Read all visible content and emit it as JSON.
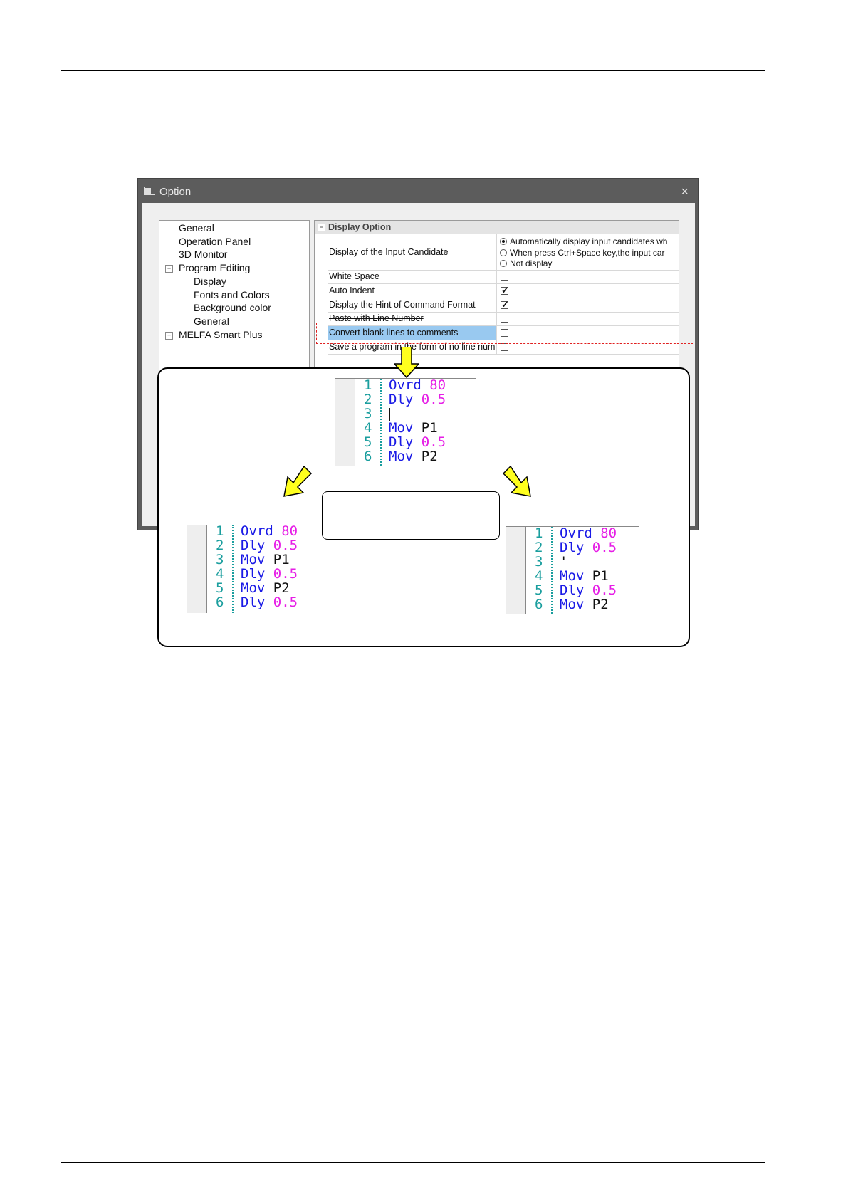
{
  "dialog": {
    "title": "Option",
    "close": "×"
  },
  "tree": [
    {
      "label": "General",
      "level": 0,
      "expander": ""
    },
    {
      "label": "Operation Panel",
      "level": 0,
      "expander": ""
    },
    {
      "label": "3D Monitor",
      "level": 0,
      "expander": ""
    },
    {
      "label": "Program Editing",
      "level": 0,
      "expander": "−"
    },
    {
      "label": "Display",
      "level": 1,
      "expander": ""
    },
    {
      "label": "Fonts and Colors",
      "level": 1,
      "expander": ""
    },
    {
      "label": "Background color",
      "level": 1,
      "expander": ""
    },
    {
      "label": "General",
      "level": 1,
      "expander": ""
    },
    {
      "label": "MELFA Smart Plus",
      "level": 0,
      "expander": "+"
    }
  ],
  "grid": {
    "section_toggle": "−",
    "section_title": "Display Option",
    "input_candidate": {
      "label": "Display of the Input Candidate",
      "options": [
        {
          "text": "Automatically display input candidates wh",
          "selected": true
        },
        {
          "text": "When press Ctrl+Space key,the input car",
          "selected": false
        },
        {
          "text": "Not display",
          "selected": false
        }
      ]
    },
    "rows": [
      {
        "label": "White Space",
        "checked": false,
        "highlight": false,
        "strike": false
      },
      {
        "label": "Auto Indent",
        "checked": true,
        "highlight": false,
        "strike": false
      },
      {
        "label": "Display the Hint of Command Format",
        "checked": true,
        "highlight": false,
        "strike": false
      },
      {
        "label": "Paste with Line Number",
        "checked": false,
        "highlight": false,
        "strike": true
      },
      {
        "label": "Convert blank lines to comments",
        "checked": false,
        "highlight": true,
        "strike": false
      },
      {
        "label": "Save a program in the form of no line num",
        "checked": false,
        "highlight": false,
        "strike": false
      }
    ]
  },
  "colors": {
    "keyword": "#1a1ae6",
    "number": "#e61ee6",
    "line_number": "#1a9e9e",
    "highlight": "#99c9f0",
    "arrow": "#ffff1e",
    "dashed": "#e02020"
  },
  "code_top": {
    "lines": [
      {
        "n": "1",
        "kw": "Ovrd",
        "arg": "80",
        "argtype": "num"
      },
      {
        "n": "2",
        "kw": "Dly",
        "arg": "0.5",
        "argtype": "num"
      },
      {
        "n": "3",
        "kw": "",
        "arg": "",
        "argtype": "cursor"
      },
      {
        "n": "4",
        "kw": "Mov",
        "arg": "P1",
        "argtype": "plain"
      },
      {
        "n": "5",
        "kw": "Dly",
        "arg": "0.5",
        "argtype": "num"
      },
      {
        "n": "6",
        "kw": "Mov",
        "arg": "P2",
        "argtype": "plain"
      }
    ]
  },
  "code_left": {
    "lines": [
      {
        "n": "1",
        "kw": "Ovrd",
        "arg": "80",
        "argtype": "num"
      },
      {
        "n": "2",
        "kw": "Dly",
        "arg": "0.5",
        "argtype": "num"
      },
      {
        "n": "3",
        "kw": "Mov",
        "arg": "P1",
        "argtype": "plain"
      },
      {
        "n": "4",
        "kw": "Dly",
        "arg": "0.5",
        "argtype": "num"
      },
      {
        "n": "5",
        "kw": "Mov",
        "arg": "P2",
        "argtype": "plain"
      },
      {
        "n": "6",
        "kw": "Dly",
        "arg": "0.5",
        "argtype": "num"
      }
    ]
  },
  "code_right": {
    "lines": [
      {
        "n": "1",
        "kw": "Ovrd",
        "arg": "80",
        "argtype": "num"
      },
      {
        "n": "2",
        "kw": "Dly",
        "arg": "0.5",
        "argtype": "num"
      },
      {
        "n": "3",
        "kw": "'",
        "arg": "",
        "argtype": "plain"
      },
      {
        "n": "4",
        "kw": "Mov",
        "arg": "P1",
        "argtype": "plain"
      },
      {
        "n": "5",
        "kw": "Dly",
        "arg": "0.5",
        "argtype": "num"
      },
      {
        "n": "6",
        "kw": "Mov",
        "arg": "P2",
        "argtype": "plain"
      }
    ]
  }
}
